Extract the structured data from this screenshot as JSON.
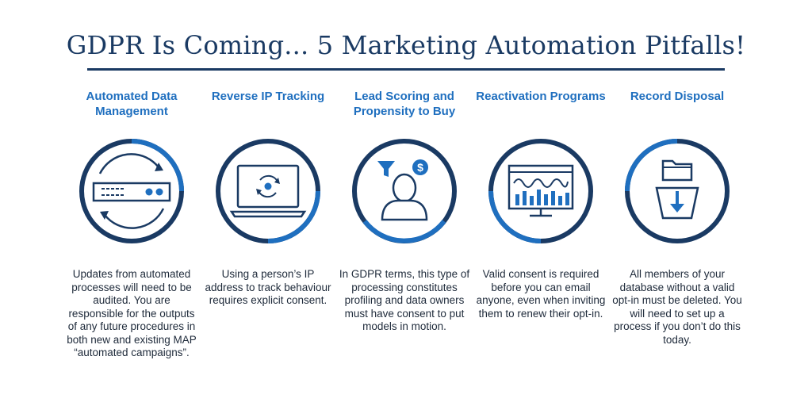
{
  "title": "GDPR Is Coming... 5 Marketing Automation Pitfalls!",
  "colors": {
    "navy": "#1a3a63",
    "blue": "#1f6fbf",
    "text": "#1e2a3a"
  },
  "pitfalls": [
    {
      "heading": "Automated Data Management",
      "icon": "server-sync-icon",
      "description": "Updates from automated processes will need to be audited. You are responsible for the outputs of any future procedures in both new and existing MAP “automated campaigns”."
    },
    {
      "heading": "Reverse IP Tracking",
      "icon": "laptop-tracking-icon",
      "description": "Using a person’s IP address to track behaviour requires explicit consent."
    },
    {
      "heading": "Lead Scoring and Propensity to Buy",
      "icon": "person-filter-dollar-icon",
      "description": "In GDPR terms, this type of processing constitutes profiling and data owners must have consent to put models in motion."
    },
    {
      "heading": "Reactivation Programs",
      "icon": "monitor-chart-icon",
      "description": "Valid consent is required before you can email anyone, even when inviting them to renew their opt-in."
    },
    {
      "heading": "Record Disposal",
      "icon": "folder-bin-icon",
      "description": "All members of your database without a valid opt-in must be deleted. You will need to set up a process if you don’t do this today."
    }
  ]
}
